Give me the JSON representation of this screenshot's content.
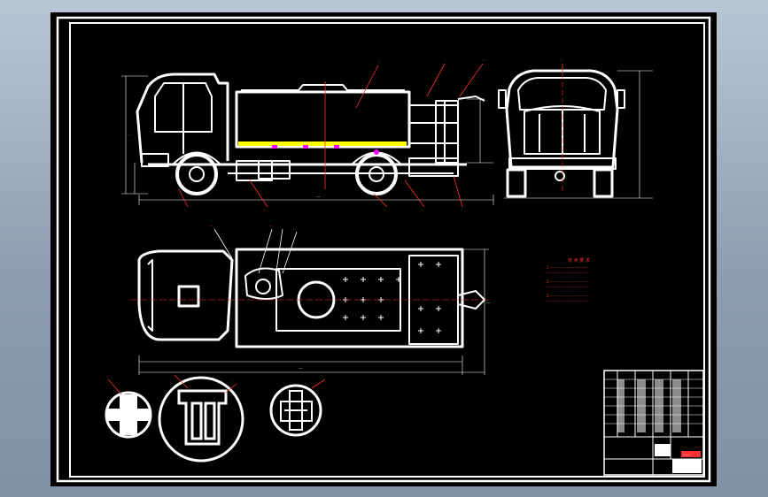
{
  "sheet": {
    "background": "#000000",
    "line_color": "#ffffff",
    "annotation_color": "#ff2020",
    "highlight_color": "#ffff00",
    "accent_color": "#ff00ff"
  },
  "drawing": {
    "views": [
      "side-view",
      "front-view",
      "top-view",
      "detail-a",
      "detail-b",
      "detail-c"
    ],
    "dims": {
      "overall_length": "---",
      "top_length": "---",
      "top_width": "---"
    },
    "callouts": {
      "side": [
        "--",
        "--",
        "--",
        "--",
        "--",
        "--",
        "--",
        "--",
        "--"
      ],
      "front": "--",
      "top": [
        "--",
        "--",
        "--"
      ],
      "details": [
        "--",
        "--",
        "--"
      ]
    }
  },
  "tech_notes": {
    "title": "技 术 要 求",
    "lines": [
      "1.----------------------------",
      "-------------------------------",
      "2.----------------------------",
      "-------------------------------",
      "3.----------------------------",
      "-------------------------------"
    ]
  },
  "title_block": {
    "label": "------"
  }
}
